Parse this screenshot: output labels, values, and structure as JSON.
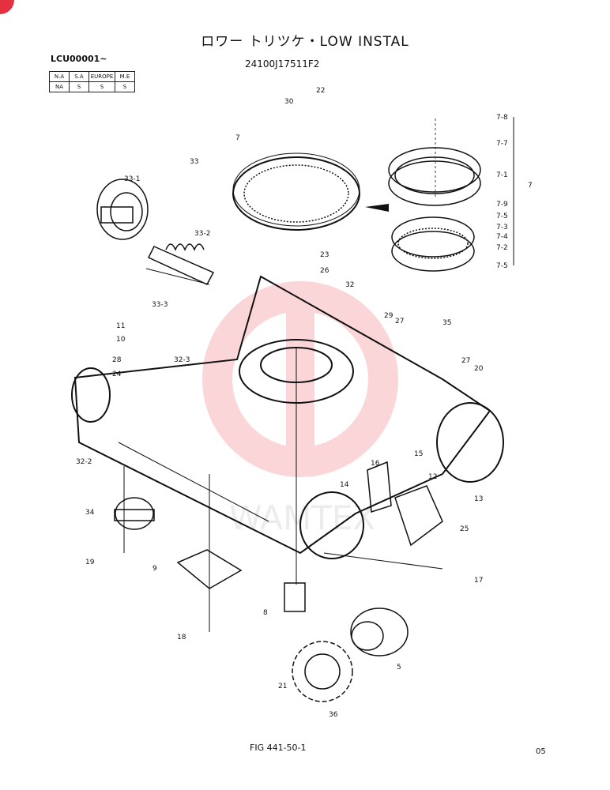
{
  "header": {
    "title": "ロワー トリツケ・LOW INSTAL",
    "part_number": "24100J17511F2",
    "serial_range": "LCU00001~"
  },
  "availability": {
    "columns": [
      "N.A",
      "S.A",
      "EUROPE",
      "M.E"
    ],
    "values": [
      "NA",
      "S",
      "S",
      "S"
    ]
  },
  "callouts": [
    "30",
    "22",
    "7",
    "7-8",
    "7-7",
    "7-1",
    "7-9",
    "7-5",
    "7-3",
    "7-4",
    "7-2",
    "7-5",
    "33",
    "33-1",
    "33-2",
    "33-3",
    "23",
    "26",
    "32",
    "11",
    "10",
    "28",
    "24",
    "29",
    "27",
    "35",
    "27",
    "20",
    "32-3",
    "15",
    "16",
    "32-2",
    "14",
    "12",
    "13",
    "34",
    "25",
    "19",
    "9",
    "17",
    "8",
    "18",
    "5",
    "21",
    "36"
  ],
  "bracket_label": "7",
  "footer": {
    "figure": "FIG 441-50-1",
    "page": "05"
  },
  "watermark": "WAMTEX"
}
